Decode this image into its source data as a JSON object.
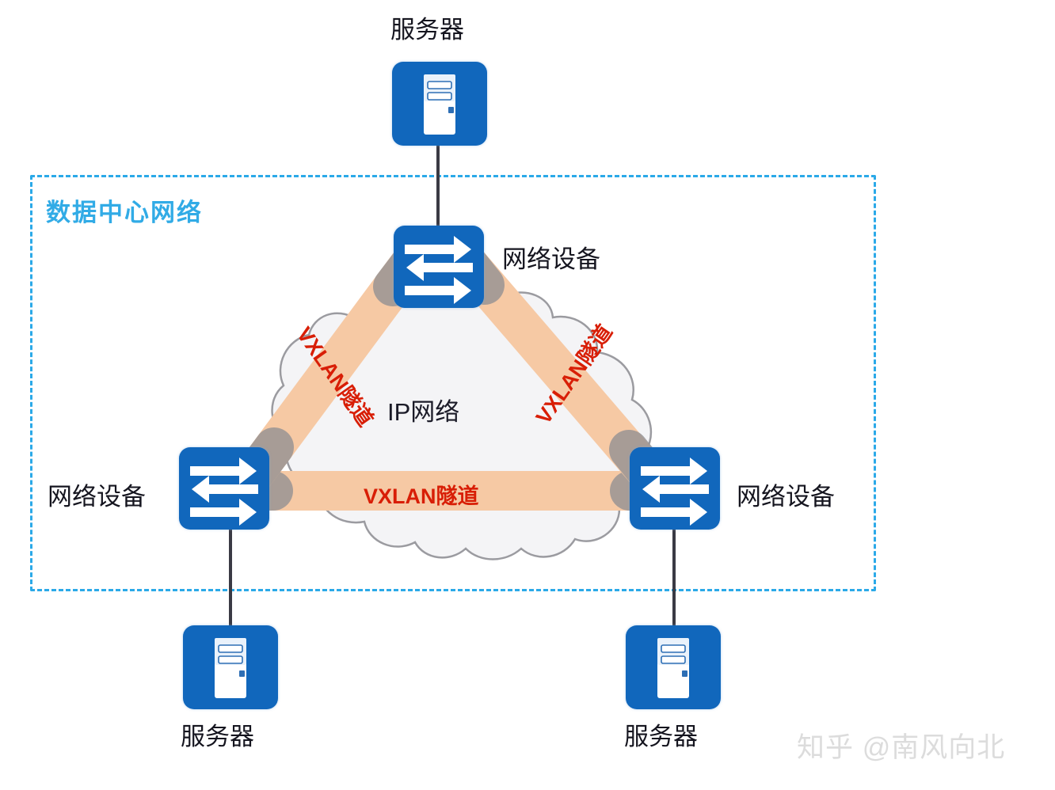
{
  "diagram": {
    "boundary": {
      "label": "数据中心网络",
      "color": "#2BA9E8",
      "style": "dashed"
    },
    "cloud": {
      "label": "IP网络",
      "fill": "#F4F4F6",
      "stroke": "#9B9BA0"
    },
    "tunnels": [
      {
        "id": "tunnel-left",
        "label": "VXLAN隧道",
        "color": "#F6C9A4",
        "text_color": "#D81E06",
        "from": "switch-left",
        "to": "switch-top"
      },
      {
        "id": "tunnel-right",
        "label": "VXLAN隧道",
        "color": "#F6C9A4",
        "text_color": "#D81E06",
        "from": "switch-top",
        "to": "switch-right"
      },
      {
        "id": "tunnel-bottom",
        "label": "VXLAN隧道",
        "color": "#F6C9A4",
        "text_color": "#D81E06",
        "from": "switch-left",
        "to": "switch-right"
      }
    ],
    "nodes": {
      "switch_top": {
        "label": "网络设备",
        "icon": "switch-icon"
      },
      "switch_left": {
        "label": "网络设备",
        "icon": "switch-icon"
      },
      "switch_right": {
        "label": "网络设备",
        "icon": "switch-icon"
      },
      "server_top": {
        "label": "服务器",
        "icon": "server-icon"
      },
      "server_bottom_left": {
        "label": "服务器",
        "icon": "server-icon"
      },
      "server_bottom_right": {
        "label": "服务器",
        "icon": "server-icon"
      }
    },
    "icon_color": "#1167BC",
    "connector_color": "#3A3A44"
  },
  "watermark": {
    "text": "知乎 @南风向北",
    "color": "#DCDCDC"
  }
}
